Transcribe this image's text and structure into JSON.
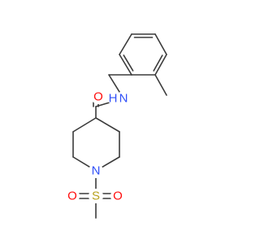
{
  "molecule": {
    "atoms": {
      "o_carbonyl": {
        "label": "O",
        "color": "#ff0d0d"
      },
      "n_amide": {
        "label": "N",
        "color": "#3050f8"
      },
      "h_amide": {
        "label": "H",
        "color": "#3050f8"
      },
      "n_ring": {
        "label": "N",
        "color": "#3050f8"
      },
      "s_sulfonyl": {
        "label": "S",
        "color": "#b8a21e"
      },
      "o_sulfonyl_left": {
        "label": "O",
        "color": "#ff0d0d"
      },
      "o_sulfonyl_right": {
        "label": "O",
        "color": "#ff0d0d"
      }
    },
    "bond_color": "#3b3b3b"
  }
}
